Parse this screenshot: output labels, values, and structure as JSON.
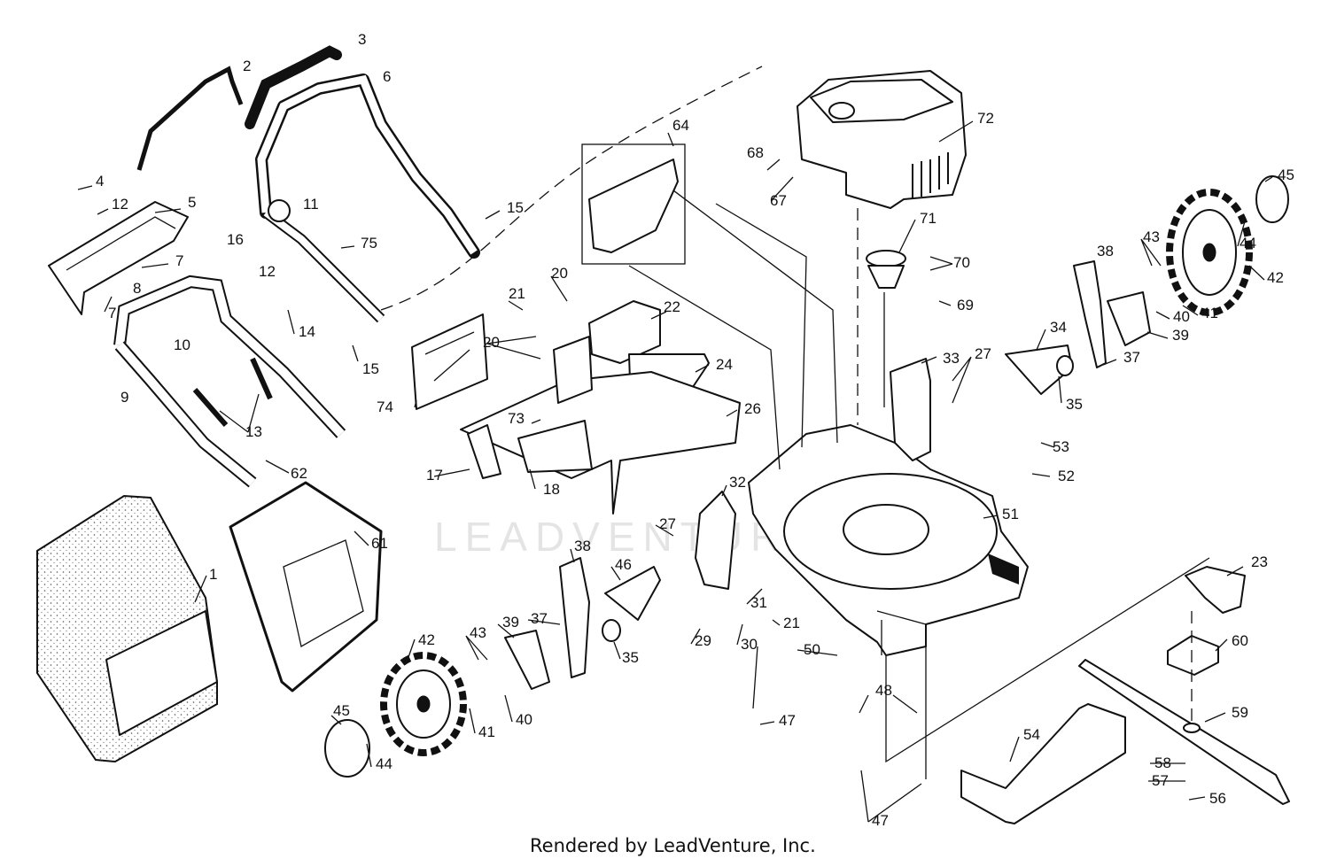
{
  "watermark": "LEADVENTURE",
  "footer": "Rendered by LeadVenture, Inc.",
  "callouts": {
    "c1": "1",
    "c2": "2",
    "c3": "3",
    "c4": "4",
    "c5": "5",
    "c6": "6",
    "c7a": "7",
    "c7b": "7",
    "c8": "8",
    "c9": "9",
    "c10": "10",
    "c11": "11",
    "c12a": "12",
    "c12b": "12",
    "c13": "13",
    "c14": "14",
    "c15a": "15",
    "c15b": "15",
    "c16": "16",
    "c17": "17",
    "c18": "18",
    "c20a": "20",
    "c20b": "20",
    "c21a": "21",
    "c21b": "21",
    "c22": "22",
    "c23": "23",
    "c24": "24",
    "c26": "26",
    "c27a": "27",
    "c27b": "27",
    "c29": "29",
    "c30": "30",
    "c31": "31",
    "c32": "32",
    "c33": "33",
    "c34": "34",
    "c35a": "35",
    "c35b": "35",
    "c37a": "37",
    "c37b": "37",
    "c38a": "38",
    "c38b": "38",
    "c39a": "39",
    "c39b": "39",
    "c40a": "40",
    "c40b": "40",
    "c41a": "41",
    "c41b": "41",
    "c42a": "42",
    "c42b": "42",
    "c43a": "43",
    "c43b": "43",
    "c44a": "44",
    "c44b": "44",
    "c45a": "45",
    "c45b": "45",
    "c46": "46",
    "c47a": "47",
    "c47b": "47",
    "c48": "48",
    "c50": "50",
    "c51": "51",
    "c52": "52",
    "c53": "53",
    "c54": "54",
    "c56": "56",
    "c57": "57",
    "c58": "58",
    "c59": "59",
    "c60": "60",
    "c61": "61",
    "c62": "62",
    "c64": "64",
    "c67": "67",
    "c68": "68",
    "c69": "69",
    "c70": "70",
    "c71": "71",
    "c72": "72",
    "c73": "73",
    "c74": "74",
    "c75": "75"
  }
}
